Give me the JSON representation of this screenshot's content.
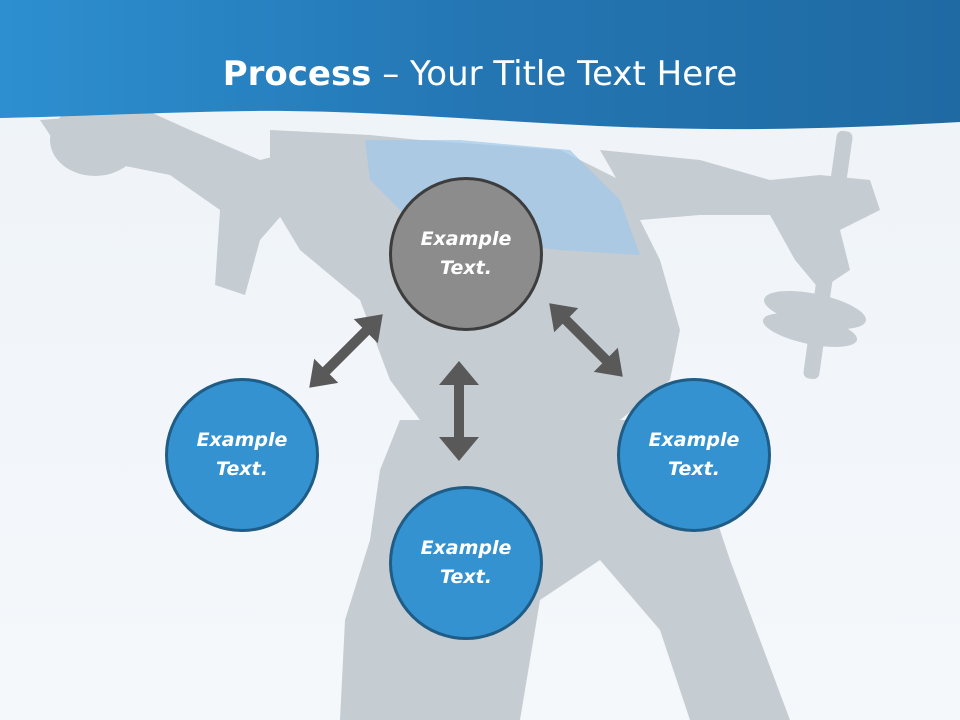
{
  "title": {
    "bold": "Process",
    "rest": " – Your Title Text Here"
  },
  "colors": {
    "header": "#2d86c4",
    "center_node": "#8c8c8c",
    "outer_node": "#3592d0",
    "arrow": "#595959"
  },
  "nodes": {
    "center": "Example Text.",
    "left": "Example Text.",
    "bottom": "Example Text.",
    "right": "Example Text."
  }
}
